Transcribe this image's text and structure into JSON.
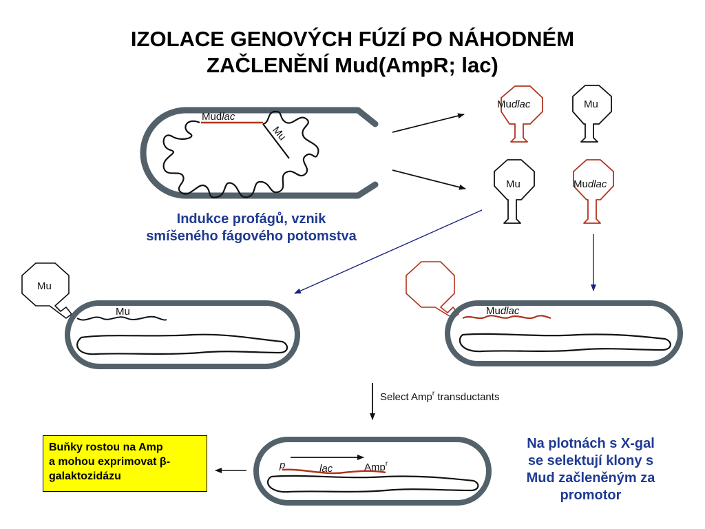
{
  "title": {
    "line1": "IZOLACE GENOVÝCH FÚZÍ PO NÁHODNÉM",
    "line2": "ZAČLENĚNÍ Mud(AmpR; lac)"
  },
  "bacterium_top": {
    "mudlac_label_a": "Mud",
    "mudlac_label_b": "lac",
    "mu_label": "Mu"
  },
  "phages": {
    "top_left": {
      "label_a": "Mu",
      "label_b": "dlac"
    },
    "top_right": {
      "label": "Mu"
    },
    "bottom_left": {
      "label": "Mu"
    },
    "bottom_right": {
      "label_a": "Mu",
      "label_b": "dlac"
    }
  },
  "induction_note": {
    "line1": "Indukce profágů, vznik",
    "line2": "smíšeného fágového potomstva"
  },
  "left_cell": {
    "phage_label": "Mu",
    "dna_label": "Mu"
  },
  "right_cell": {
    "dna_label_a": "Mu",
    "dna_label_b": "dlac"
  },
  "selection": {
    "text": "Select Amp",
    "superscript": "r",
    "text_after": " transductants"
  },
  "bottom_cell": {
    "p_label": "p",
    "lac_label": "lac",
    "amp_label": "Amp",
    "amp_superscript": "r"
  },
  "yellow_note": {
    "line1": "Buňky rostou na Amp",
    "line2": "a mohou exprimovat β-",
    "line3": "galaktozidázu"
  },
  "plate_note": {
    "line1": "Na plotnách s X-gal",
    "line2": "se selektují klony s",
    "line3": "Mud začleněným za",
    "line4": "promotor"
  },
  "colors": {
    "outline": "#53616b",
    "mudlac_red": "#b0341c",
    "blue_text": "#1f3a93",
    "blue_arrow": "#1a237e",
    "yellow": "#ffff00"
  }
}
